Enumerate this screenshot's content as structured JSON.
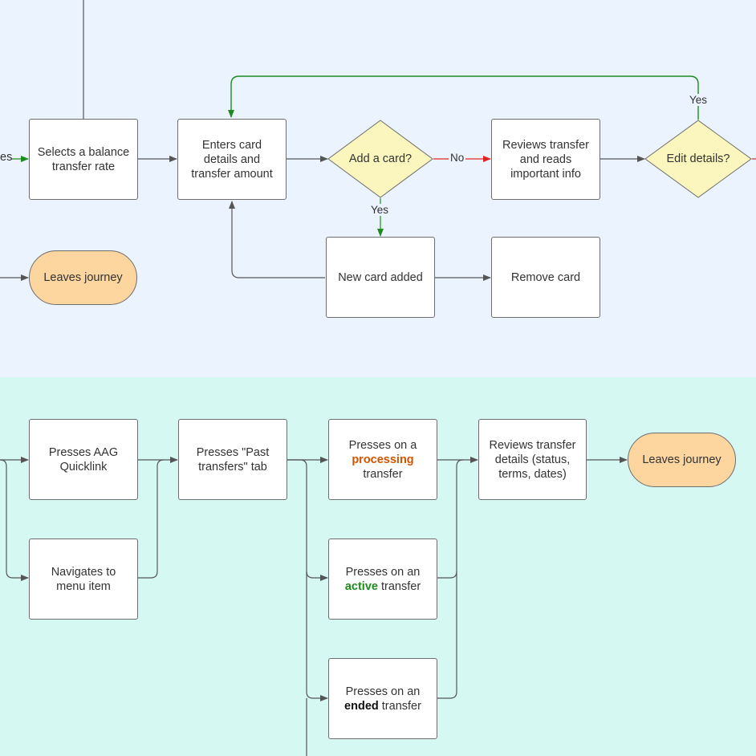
{
  "top_flow": {
    "cut_label": "es",
    "selects_rate": "Selects a balance transfer rate",
    "enters_card": "Enters card details and transfer amount",
    "add_card_q": "Add a card?",
    "reviews_info": "Reviews transfer and reads important info",
    "edit_details_q": "Edit details?",
    "new_card": "New card added",
    "remove_card": "Remove card",
    "leaves": "Leaves journey",
    "label_no": "No",
    "label_yes_down": "Yes",
    "label_yes_top": "Yes"
  },
  "bottom_flow": {
    "aag_quicklink": "Presses AAG Quicklink",
    "navigates_menu": "Navigates to menu item",
    "past_transfers": "Presses \"Past transfers\" tab",
    "processing": {
      "before": "Presses on a",
      "highlight": "processing",
      "after": "transfer"
    },
    "active": {
      "before": "Presses on an",
      "highlight": "active",
      "after": "transfer"
    },
    "ended": {
      "before": "Presses on an",
      "highlight": "ended",
      "after": "transfer"
    },
    "reviews_details": "Reviews transfer details (status, terms, dates)",
    "leaves": "Leaves journey"
  },
  "colors": {
    "top_band": "#ebf3fe",
    "bottom_band": "#d5f8f3",
    "decision_fill": "#fbf6bd",
    "terminal_fill": "#fcd59f",
    "yes_line": "#1e8b1e",
    "no_line": "#e02424",
    "default_line": "#555555"
  }
}
